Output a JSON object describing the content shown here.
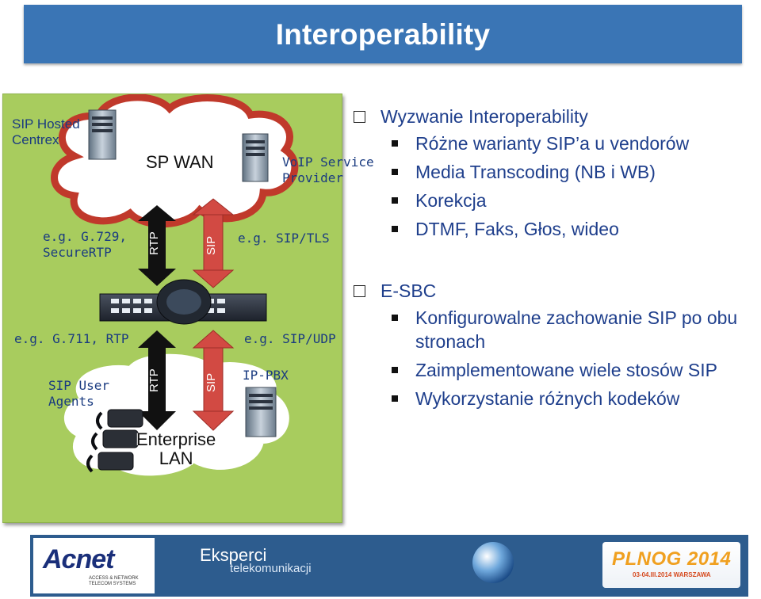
{
  "title": "Interoperability",
  "diagram": {
    "sp_hosted": "SIP Hosted\nCentrex",
    "sp_wan": "SP WAN",
    "voip_provider": "VoIP Service\nProvider",
    "codec_wan": "e.g. G.729,\nSecureRTP",
    "rtp_top": "RTP",
    "sip_top": "SIP",
    "sip_tls": "e.g. SIP/TLS",
    "codec_lan": "e.g. G.711, RTP",
    "sip_udp": "e.g. SIP/UDP",
    "user_agents": "SIP User\nAgents",
    "rtp_bottom": "RTP",
    "sip_bottom": "SIP",
    "ip_pbx": "IP-PBX",
    "enterprise_lan": "Enterprise\nLAN",
    "colors": {
      "panel": "#a8cc5e",
      "cloud_edge": "#c0392b",
      "sip_arrow": "#d24a43",
      "rtp_arrow": "#111111"
    }
  },
  "bullets": [
    {
      "heading": "Wyzwanie Interoperability",
      "items": [
        "Różne warianty SIP’a u vendorów",
        "Media Transcoding (NB i WB)",
        "Korekcja",
        "DTMF, Faks, Głos, wideo"
      ]
    },
    {
      "heading": "E-SBC",
      "items": [
        "Konfigurowalne zachowanie SIP po obu stronach",
        "Zaimplementowane wiele stosów SIP",
        "Wykorzystanie różnych kodeków"
      ]
    }
  ],
  "footer": {
    "acnet": "Acnet",
    "acnet_sub": "ACCESS & NETWORK\nTELECOM SYSTEMS",
    "eksperci": "Eksperci",
    "telekomunikacji": "telekomunikacji",
    "plnog": "PLNOG 2014",
    "plnog_date": "03-04.III.2014 WARSZAWA"
  }
}
